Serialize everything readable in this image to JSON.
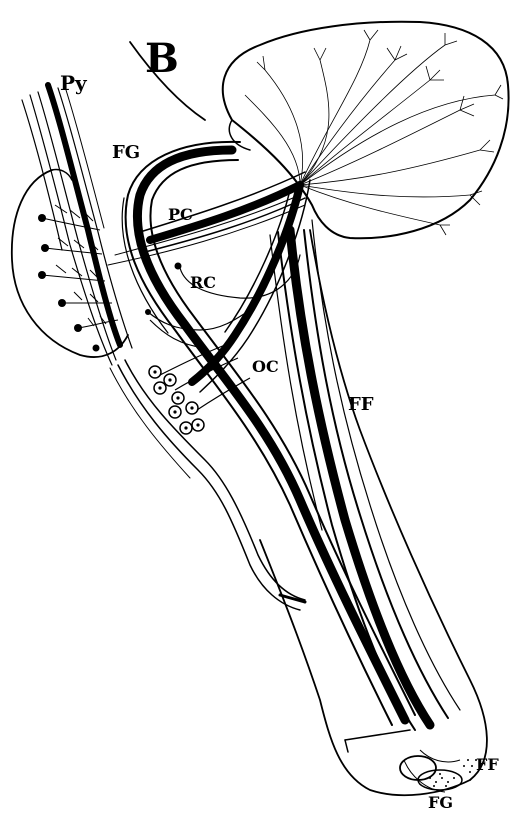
{
  "labels": {
    "py": "Py",
    "b": "B",
    "fg_top": "FG",
    "pc": "PC",
    "rc": "RC",
    "oc": "OC",
    "ff_mid": "FF",
    "ff_bottom": "FF",
    "fg_bottom": "FG"
  },
  "colors": {
    "ink": "#000000",
    "paper": "#ffffff"
  }
}
